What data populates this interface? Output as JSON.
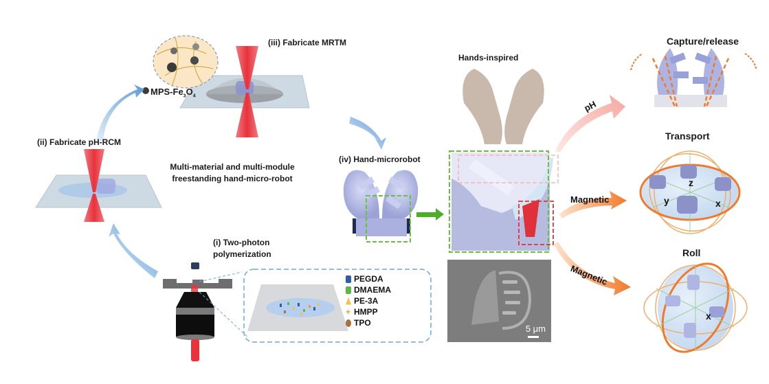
{
  "steps": {
    "i": {
      "line1": "(i) Two-photon",
      "line2": "polymerization"
    },
    "ii": "(ii) Fabricate pH-RCM",
    "iii": "(iii) Fabricate MRTM",
    "iv": "(iv) Hand-microrobot"
  },
  "center_caption": {
    "line1": "Multi-material and multi-module",
    "line2": "freestanding hand-micro-robot"
  },
  "nanoparticle_label": {
    "main": "MPS-Fe",
    "sub1": "3",
    "mid": "O",
    "sub2": "4"
  },
  "hands_label": "Hands-inspired",
  "legend": [
    {
      "label": "PEGDA",
      "color": "#2f5ea8",
      "icon": "cylinder-icon"
    },
    {
      "label": "DMAEMA",
      "color": "#5cb84a",
      "icon": "square-icon"
    },
    {
      "label": "PE-3A",
      "color": "#f2c14e",
      "icon": "triangle-icon"
    },
    {
      "label": "HMPP",
      "color": "#f29a3a",
      "icon": "plus-icon"
    },
    {
      "label": "TPO",
      "color": "#a8703a",
      "icon": "sphere-icon"
    }
  ],
  "sem": {
    "scale_label": "5 μm"
  },
  "stimuli": {
    "ph": "pH",
    "magnetic1": "Magnetic",
    "magnetic2": "Magnetic"
  },
  "functions": {
    "capture": "Capture/release",
    "transport": "Transport",
    "roll": "Roll"
  },
  "axes": {
    "transport": {
      "x": "x",
      "y": "y",
      "z": "z"
    },
    "roll": {
      "x": "x"
    }
  },
  "colors": {
    "laser": "#e8323c",
    "process_arrow": "#6fa8dc",
    "green_frame": "#6bbf3a",
    "red_frame": "#e0303a",
    "orange": "#f07a2a",
    "robot": "#b7bde6"
  }
}
